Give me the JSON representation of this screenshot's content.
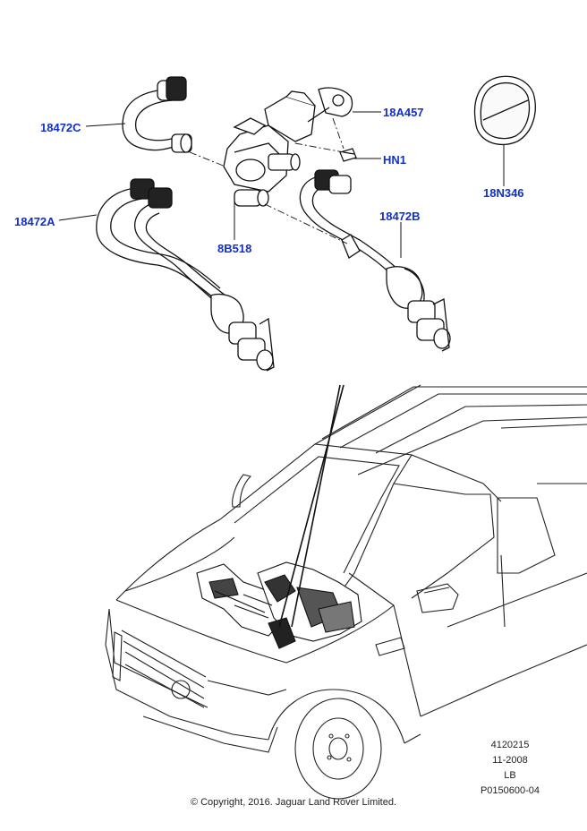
{
  "diagram": {
    "title": "Heater hoses and auxiliary water pump",
    "callouts": {
      "hose_c": "18472C",
      "bracket": "18A457",
      "nut": "HN1",
      "pad": "18N346",
      "hose_a": "18472A",
      "pump": "8B518",
      "hose_b": "18472B"
    }
  },
  "footer": {
    "ref_number": "4120215",
    "date": "11-2008",
    "variant": "LB",
    "illustration_id": "P0150600-04",
    "copyright": "© Copyright, 2016. Jaguar Land Rover Limited."
  }
}
